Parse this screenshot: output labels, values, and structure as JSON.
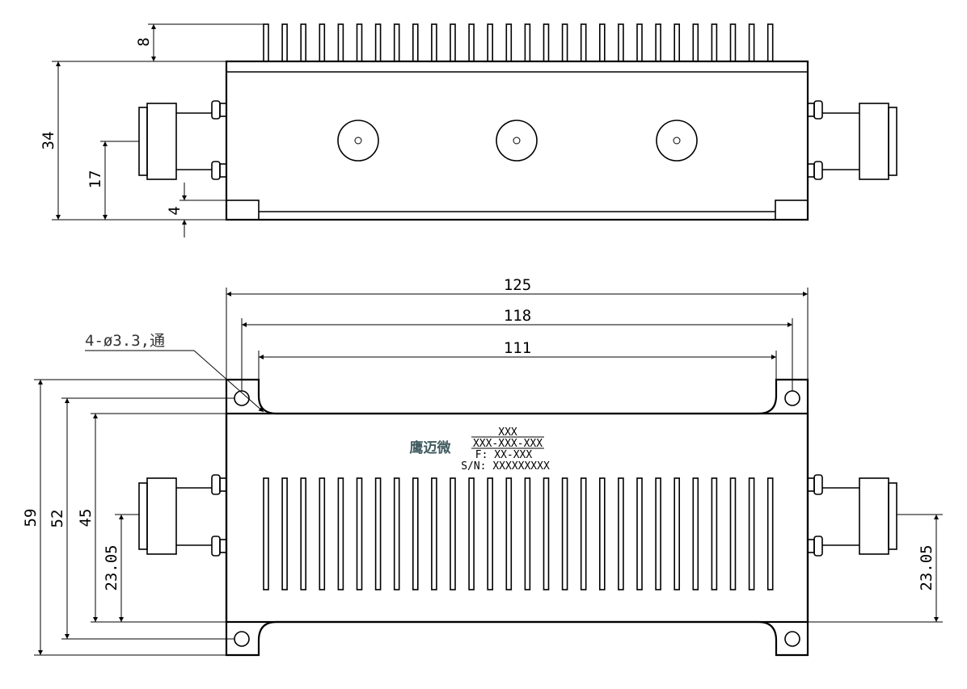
{
  "side_view": {
    "dims": {
      "fin_height": "8",
      "body_height": "34",
      "connector_center": "17",
      "base_height": "4"
    }
  },
  "top_view": {
    "dims": {
      "overall_length": "125",
      "hole_pitch": "118",
      "body_length": "111",
      "overall_width": "59",
      "hole_width": "52",
      "body_width": "45",
      "left_connector_offset": "23.05",
      "right_connector_offset": "23.05"
    },
    "hole_note": "4-ø3.3,通",
    "label": {
      "brand": "鹰迈微",
      "line1": "XXX",
      "line2": "XXX-XXX-XXX",
      "line3": "F: XX-XXX",
      "line4": "S/N: XXXXXXXXX"
    }
  }
}
